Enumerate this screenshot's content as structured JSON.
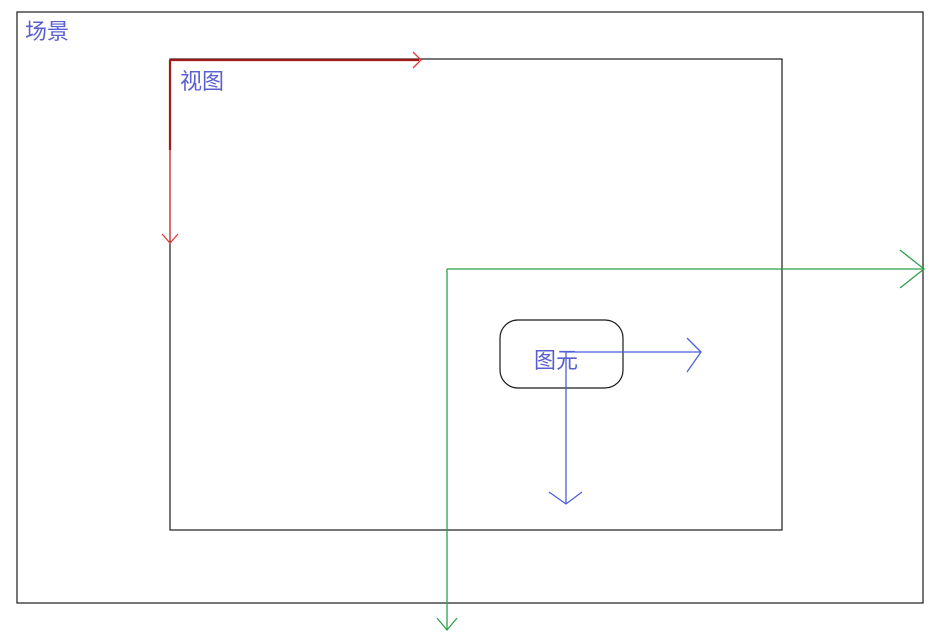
{
  "labels": {
    "scene": "场景",
    "view": "视图",
    "item": "图元"
  },
  "colors": {
    "frame": "#1a1a1a",
    "text": "#5a5fd0",
    "view_axis_x": "#a01818",
    "view_axis_y": "#e03a3a",
    "scene_axis": "#2fa04a",
    "item_axis": "#4a5fe0"
  },
  "relations": {
    "scene_contains": "view",
    "view_contains": "item",
    "coordinate_systems": [
      "scene",
      "view",
      "item"
    ]
  }
}
